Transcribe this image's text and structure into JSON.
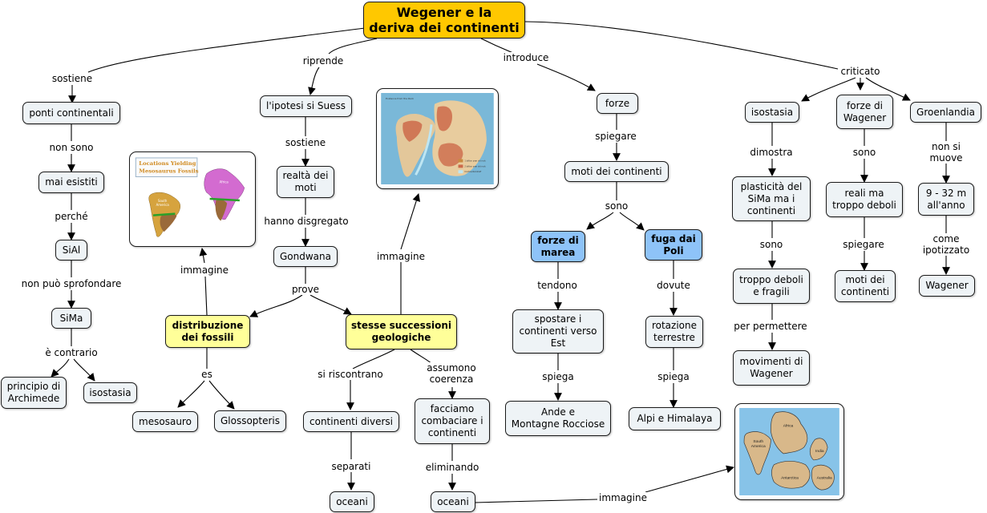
{
  "root": {
    "title": "Wegener e la\nderiva dei continenti",
    "color": "#ffc800"
  },
  "colors": {
    "concept": "#eef3f6",
    "highlight_yellow": "#ffff99",
    "highlight_blue": "#8ec3f8",
    "line": "#000000"
  },
  "nodes": {
    "ponti": "ponti continentali",
    "mai_esistiti": "mai esistiti",
    "sial": "SiAl",
    "sima": "SiMa",
    "archimede": "principio di\nArchimede",
    "isostasia_left": "isostasia",
    "suess": "l'ipotesi si Suess",
    "realta": "realtà dei\nmoti",
    "gondwana": "Gondwana",
    "distribuzione": "distribuzione\ndei fossili",
    "stesse": "stesse successioni\ngeologiche",
    "mesosauro": "mesosauro",
    "glossopteris": "Glossopteris",
    "continenti_diversi": "continenti diversi",
    "oceani1": "oceani",
    "facciamo": "facciamo\ncombaciare i\ncontinenti",
    "oceani2": "oceani",
    "forze": "forze",
    "moti": "moti dei continenti",
    "forze_marea": "forze di\nmarea",
    "fuga": "fuga dai\nPoli",
    "spostare": "spostare i\ncontinenti verso\nEst",
    "ande": "Ande e\nMontagne Rocciose",
    "rotazione": "rotazione\nterrestre",
    "alpi": "Alpi e Himalaya",
    "isostasia_right": "isostasia",
    "forze_wagener": "forze di\nWagener",
    "groenlandia": "Groenlandia",
    "plasticita": "plasticità del\nSiMa ma i\ncontinenti",
    "troppo": "troppo deboli\ne fragili",
    "movimenti": "movimenti di\nWagener",
    "reali": "reali ma\ntroppo deboli",
    "moti2": "moti dei\ncontinenti",
    "nove": "9 - 32 m\nall'anno",
    "wagener": "Wagener"
  },
  "links": {
    "sostiene1": "sostiene",
    "non_sono": "non sono",
    "perche": "perché",
    "non_puo": "non può sprofondare",
    "contrario": "è contrario",
    "riprende": "riprende",
    "sostiene2": "sostiene",
    "disgregato": "hanno disgregato",
    "prove": "prove",
    "immagine1": "immagine",
    "immagine2": "immagine",
    "es": "es",
    "riscontrano": "si riscontrano",
    "coerenza": "assumono\ncoerenza",
    "separati": "separati",
    "eliminando": "eliminando",
    "immagine3": "immagine",
    "introduce": "introduce",
    "spiegare1": "spiegare",
    "sono1": "sono",
    "tendono": "tendono",
    "spiega1": "spiega",
    "dovute": "dovute",
    "spiega2": "spiega",
    "criticato": "criticato",
    "dimostra": "dimostra",
    "sono2": "sono",
    "per_permettere": "per permettere",
    "sono3": "sono",
    "spiegare2": "spiegare",
    "non_si_muove": "non si muove",
    "come_ipotizzato": "come ipotizzato"
  },
  "images": {
    "fossils": {
      "title": "Locations Yielding\nMesosaurus Fossils",
      "labels": [
        "South America",
        "Africa"
      ]
    },
    "rocks": {
      "title": "Evidence from the Rock",
      "legend": [
        "1 billion year old rock",
        "2 billion year old rock",
        "Continental shelf"
      ]
    },
    "pangea": {
      "labels": [
        "South America",
        "Africa",
        "India",
        "Antarctica",
        "Australia"
      ]
    }
  }
}
